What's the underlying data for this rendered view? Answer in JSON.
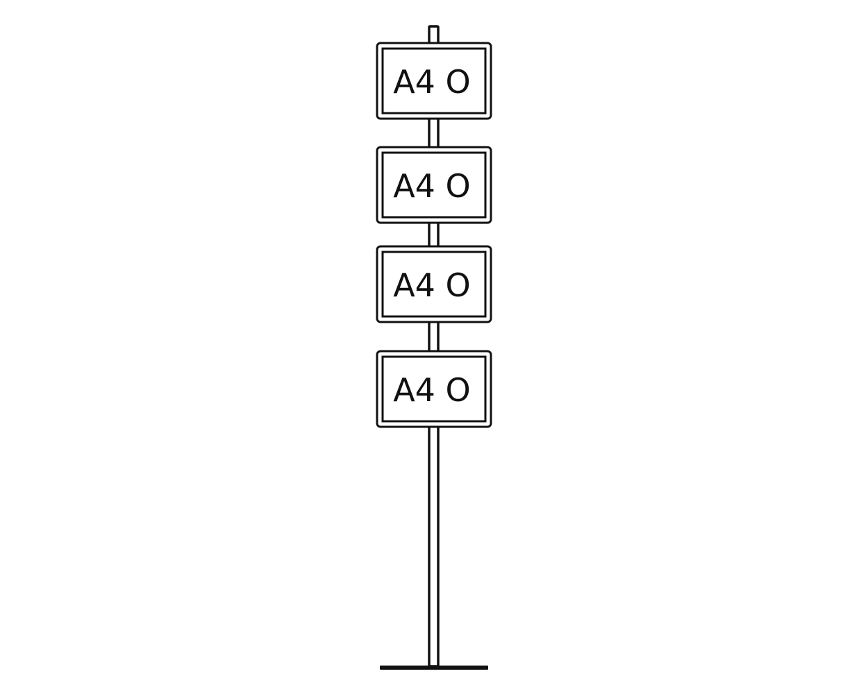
{
  "colors": {
    "stroke": "#111111",
    "background": "#ffffff"
  },
  "signs": [
    {
      "label": "A4 O"
    },
    {
      "label": "A4 O"
    },
    {
      "label": "A4 O"
    },
    {
      "label": "A4 O"
    }
  ]
}
